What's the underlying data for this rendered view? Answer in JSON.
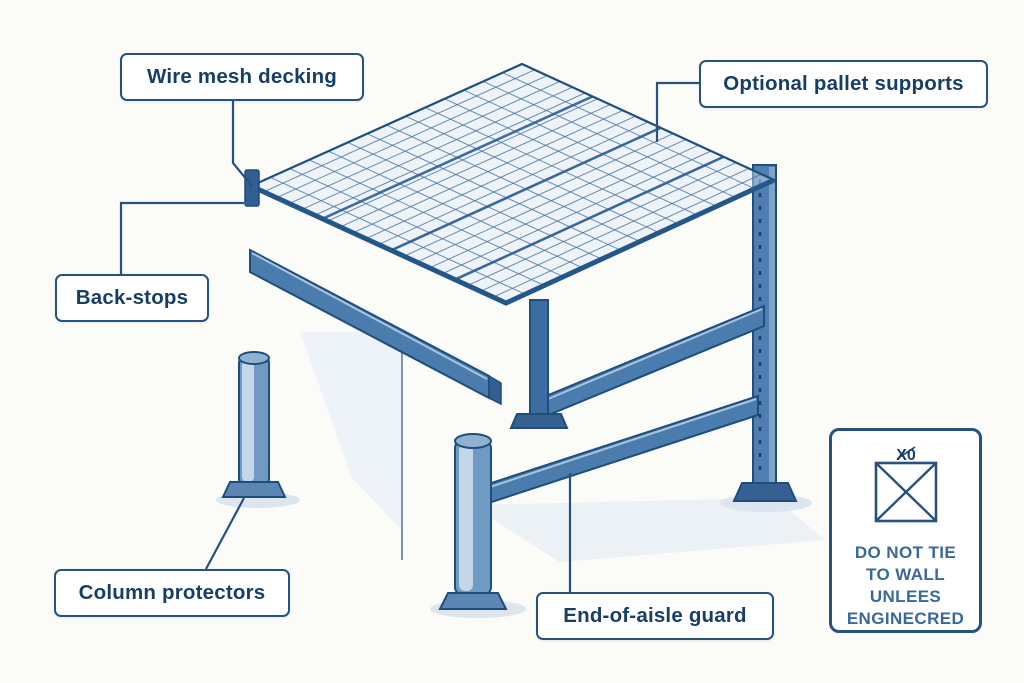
{
  "colors": {
    "accent": "#27527f",
    "steel_mid": "#4a7cae",
    "steel_dark": "#3c6ca0",
    "steel_light": "#c3d6ea",
    "mesh_line": "#44719f",
    "text": "#173f66",
    "warning_text": "#3a6898",
    "background": "#fbfbf8"
  },
  "labels": {
    "wire_mesh": "Wire mesh decking",
    "pallet_supports": "Optional pallet supports",
    "back_stops": "Back-stops",
    "column_protectors": "Column protectors",
    "end_guard": "End-of-aisle guard"
  },
  "warning": {
    "icon": "crossed-square-icon",
    "icon_text": "X0",
    "lines": [
      "DO NOT TIE",
      "TO WALL",
      "UNLEES",
      "ENGINECRED"
    ]
  }
}
